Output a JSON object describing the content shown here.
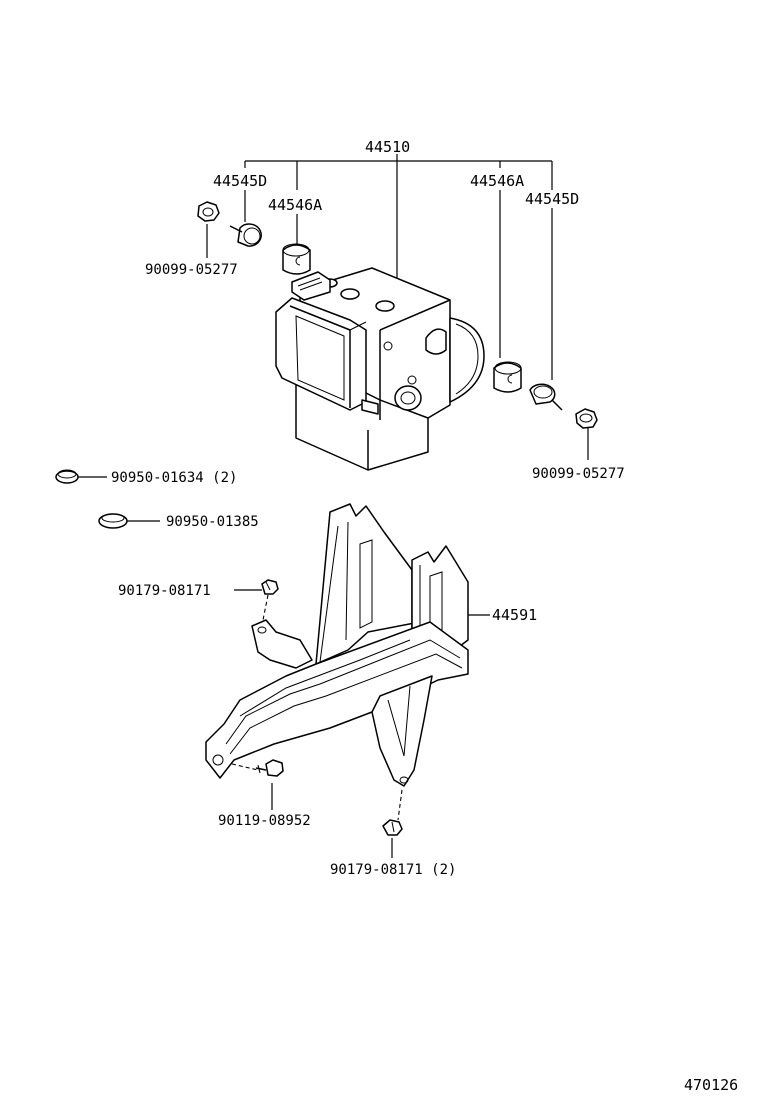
{
  "labels": {
    "assembly": "44510",
    "bracket_cushion_left_upper": "44545D",
    "cushion_left": "44546A",
    "cushion_right": "44546A",
    "bracket_cushion_right_upper": "44545D",
    "nut_left": "90099-05277",
    "nut_right": "90099-05277",
    "plug_small": "90950-01634 (2)",
    "plug_large": "90950-01385",
    "bolt_upper": "90179-08171",
    "bracket": "44591",
    "bolt_lower_left": "90119-08952",
    "bolt_lower_right": "90179-08171 (2)",
    "figure_number": "470126"
  }
}
